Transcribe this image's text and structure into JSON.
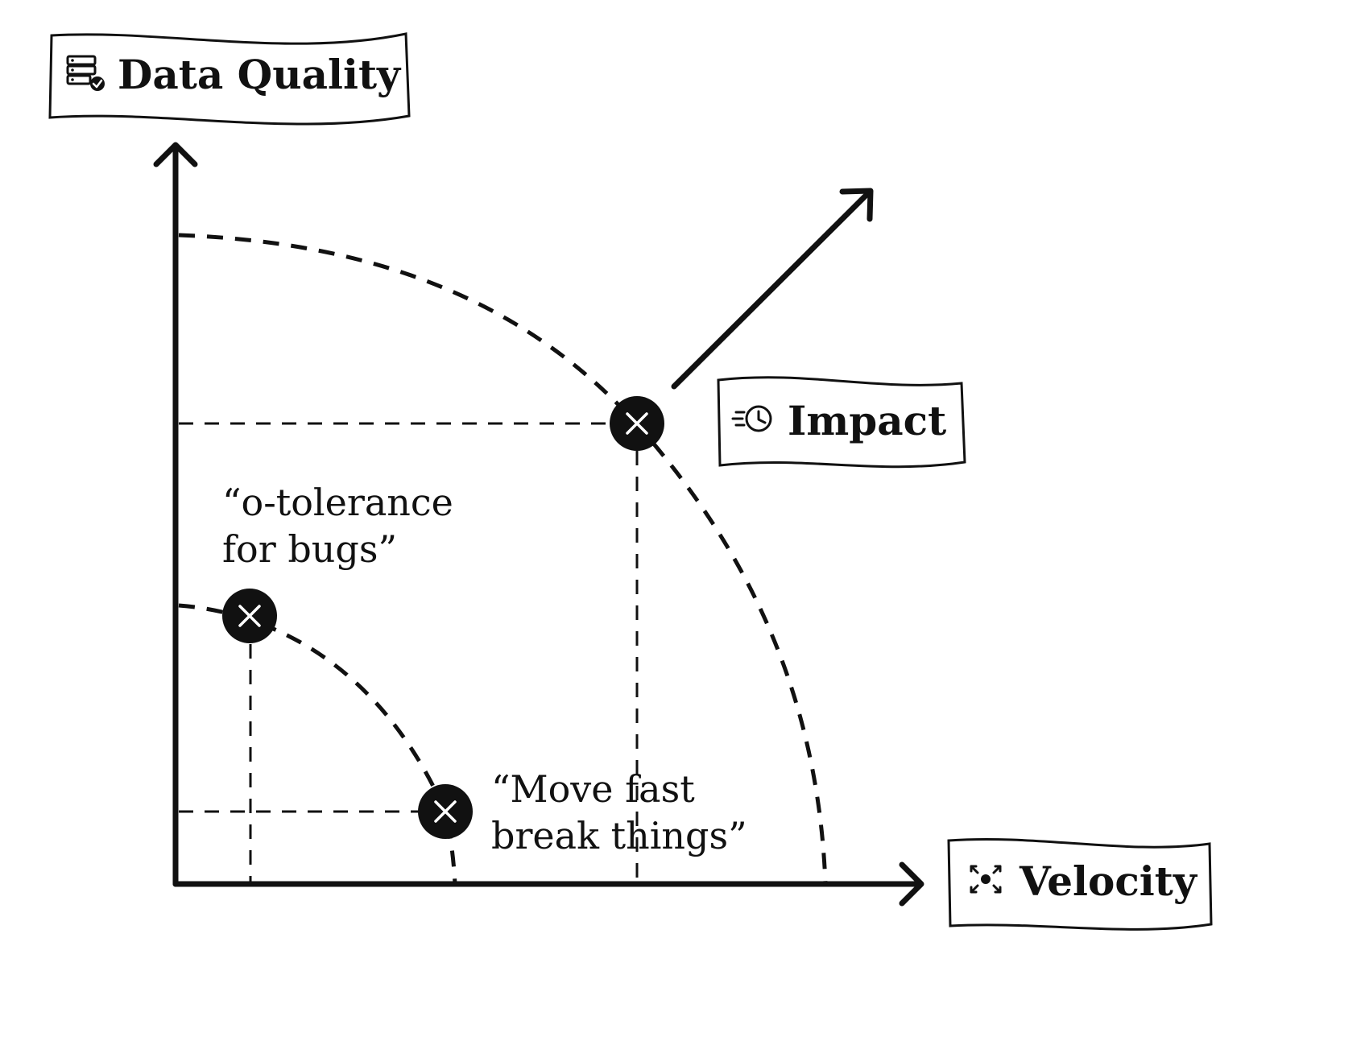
{
  "axes": {
    "y_label": "Data Quality",
    "x_label": "Velocity"
  },
  "impact": {
    "label": "Impact"
  },
  "annotations": {
    "zero_tolerance": [
      "“o-tolerance",
      "for bugs”"
    ],
    "move_fast": [
      "“Move fast",
      "break things”"
    ]
  },
  "icons": {
    "y_axis": "database-check-icon",
    "impact": "fast-clock-icon",
    "x_axis": "expand-arrows-icon"
  }
}
